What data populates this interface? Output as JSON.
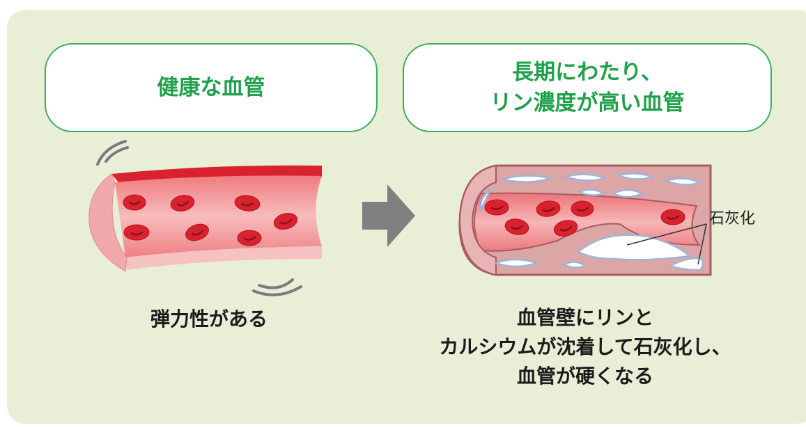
{
  "healthy": {
    "title": "健康な血管",
    "caption": "弾力性がある"
  },
  "calcified": {
    "title_lines": [
      "長期にわたり、",
      "リン濃度が高い血管"
    ],
    "caption_lines": [
      "血管壁にリンと",
      "カルシウムが沈着して石灰化し、",
      "血管が硬くなる"
    ],
    "label": "石灰化"
  },
  "colors": {
    "background": "#e9efd6",
    "title_text": "#1fa04a",
    "title_border": "#3dac5a",
    "vessel_wall": "#f3b9b9",
    "vessel_outer": "#d9222e",
    "blood_cell": "#d8232e",
    "plaque": "#ffffff",
    "arrow": "#808080"
  },
  "icons": [
    "vibration-lines-icon",
    "right-arrow-icon"
  ]
}
